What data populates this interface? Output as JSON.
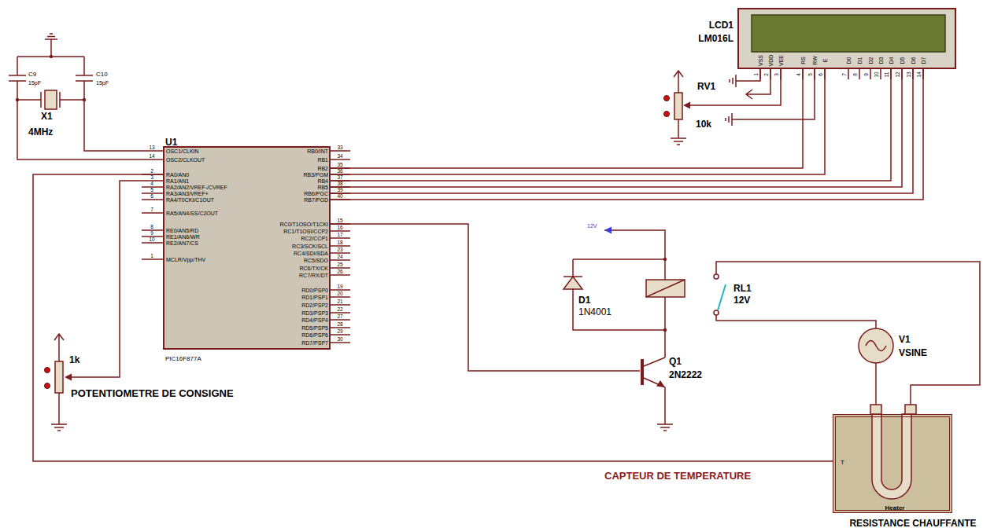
{
  "diagram": {
    "nodes": [
      {
        "text": [
          "LCD1",
          "LM016L"
        ]
      },
      {
        "text": [
          "U1",
          "PIC16F877A"
        ]
      },
      {
        "text": [
          "T",
          "Heater",
          "RESISTANCE CHAUFFANTE"
        ]
      }
    ],
    "edges": [
      {
        "from": 1,
        "to": 0,
        "arrow": "none"
      },
      {
        "from": 1,
        "to": 0,
        "arrow": "none"
      },
      {
        "from": 1,
        "to": 0,
        "arrow": "none"
      },
      {
        "from": 1,
        "to": 0,
        "arrow": "none"
      },
      {
        "from": 1,
        "to": 0,
        "arrow": "none"
      },
      {
        "from": 1,
        "to": 0,
        "arrow": "none"
      },
      {
        "from": 1,
        "to": 2,
        "arrow": "none"
      }
    ],
    "labels": [
      "OSC1/CLKIN",
      "OSC2/CLKOUT",
      "RA0/AN0",
      "RA1/AN1",
      "RA2/AN2/VREF-/CVREF",
      "RA3/AN3/VREF+",
      "RA4/T0CKI/C1OUT",
      "RA5/AN4/SS/C2OUT",
      "RE0/AN5/RD",
      "RE1/AN6/WR",
      "RE2/AN7/CS",
      "MCLR/Vpp/THV",
      "13",
      "14",
      "2",
      "3",
      "4",
      "5",
      "6",
      "7",
      "8",
      "9",
      "10",
      "1",
      "RB0/INT",
      "RB1",
      "RB2",
      "RB3/PGM",
      "RB4",
      "RB5",
      "RB6/PGC",
      "RB7/PGD",
      "RC0/T1OSO/T1CKI",
      "RC1/T1OSI/CCP2",
      "RC2/CCP1",
      "RC3/SCK/SCL",
      "RC4/SDI/SDA",
      "RC5/SDO",
      "RC6/TX/CK",
      "RC7/RX/DT",
      "RD0/PSP0",
      "RD1/PSP1",
      "RD2/PSP2",
      "RD3/PSP3",
      "RD4/PSP4",
      "RD5/PSP5",
      "RD6/PSP6",
      "RD7/PSP7",
      "33",
      "34",
      "35",
      "36",
      "37",
      "38",
      "39",
      "40",
      "15",
      "16",
      "17",
      "18",
      "23",
      "24",
      "25",
      "26",
      "19",
      "20",
      "21",
      "22",
      "27",
      "28",
      "29",
      "30",
      "VSS",
      "VDD",
      "VEE",
      "RS",
      "RW",
      "E",
      "D0",
      "D1",
      "D2",
      "D3",
      "D4",
      "D5",
      "D6",
      "D7",
      "1",
      "2",
      "3",
      "4",
      "5",
      "6",
      "7",
      "8",
      "9",
      "10",
      "11",
      "12",
      "13",
      "14",
      "C9",
      "15pF",
      "C10",
      "15pF",
      "X1",
      "4MHz",
      "RV1",
      "10k",
      "1k",
      "POTENTIOMETRE DE CONSIGNE",
      "12V",
      "D1",
      "1N4001",
      "RL1",
      "12V",
      "V1",
      "VSINE",
      "Q1",
      "2N2222",
      "CAPTEUR DE TEMPERATURE"
    ]
  }
}
